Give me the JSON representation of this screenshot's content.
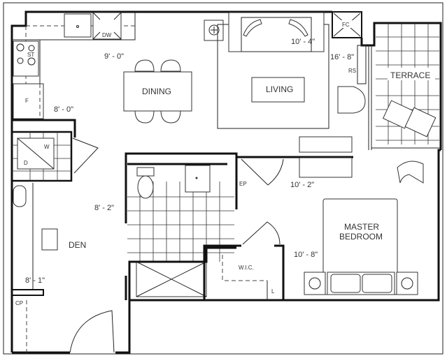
{
  "rooms": {
    "dining": "DINING",
    "living": "LIVING",
    "terrace": "TERRACE",
    "den": "DEN",
    "master_line1": "MASTER",
    "master_line2": "BEDROOM",
    "wic": "W.I.C."
  },
  "dimensions": {
    "dining": "9' - 0\"",
    "kitchen": "8' - 0\"",
    "living": "10' - 4\"",
    "terrace": "16' - 8\"",
    "bedroom_width": "10' - 2\"",
    "bath": "8' - 2\"",
    "den": "8' - 1\"",
    "bedroom_depth": "10' - 8\""
  },
  "fixtures": {
    "dishwasher": "DW",
    "stove": "ST",
    "fridge": "F",
    "washer": "W",
    "dryer": "D",
    "fan_coil": "FC",
    "railing": "RS",
    "electrical_panel": "EP",
    "coat_closet": "CP",
    "linen": "L"
  }
}
